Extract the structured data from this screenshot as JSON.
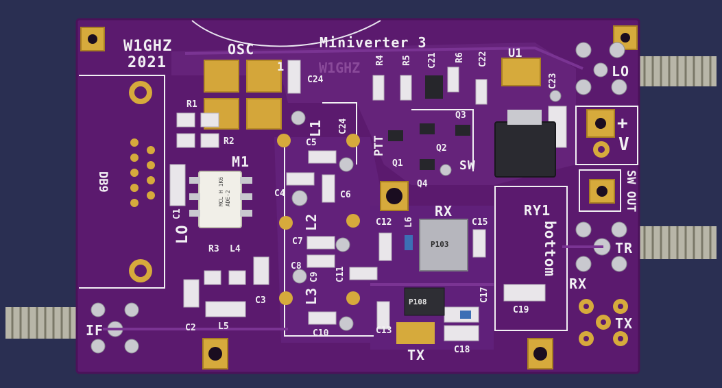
{
  "board": {
    "callsign": "W1GHZ",
    "year": "2021",
    "title": "Miniverter 3",
    "title_shadow": "W1GHZ",
    "colors": {
      "pcb": "#5b1a6e",
      "silk": "#f2f0f4",
      "pad": "#d6aa3c",
      "background": "#2a2f52"
    }
  },
  "labels": {
    "osc": "OSC",
    "pin1": "1",
    "db9": "DB9",
    "lo_left": "LO",
    "m1": "M1",
    "mixer_line1": "MCL H 1K6",
    "mixer_line2": "ADE-2",
    "lo_right": "LO",
    "plus": "+",
    "v": "V",
    "sw_out": "SW OUT",
    "tr": "TR",
    "rx_right": "RX",
    "tx_right": "TX",
    "rx_mid": "RX",
    "tx_mid": "TX",
    "if": "IF",
    "ptt": "PTT",
    "sw": "SW",
    "ry1": "RY1",
    "bottom": "bottom",
    "u1": "U1",
    "l1": "L1",
    "l2": "L2",
    "l3": "L3",
    "amp_rx": "P103",
    "amp_tx": "P108"
  },
  "refdes": {
    "r1": "R1",
    "r2": "R2",
    "r3": "R3",
    "r4": "R4",
    "r5": "R5",
    "r6": "R6",
    "c1": "C1",
    "c2": "C2",
    "c3": "C3",
    "c4": "C4",
    "c5": "C5",
    "c6": "C6",
    "c7": "C7",
    "c8": "C8",
    "c9": "C9",
    "c10": "C10",
    "c11": "C11",
    "c12": "C12",
    "c13": "C13",
    "c15": "C15",
    "c17": "C17",
    "c18": "C18",
    "c19": "C19",
    "c21": "C21",
    "c22": "C22",
    "c23": "C23",
    "c24a": "C24",
    "c24b": "C24",
    "l4": "L4",
    "l5": "L5",
    "l6": "L6",
    "q1": "Q1",
    "q2": "Q2",
    "q3": "Q3",
    "q4": "Q4"
  }
}
